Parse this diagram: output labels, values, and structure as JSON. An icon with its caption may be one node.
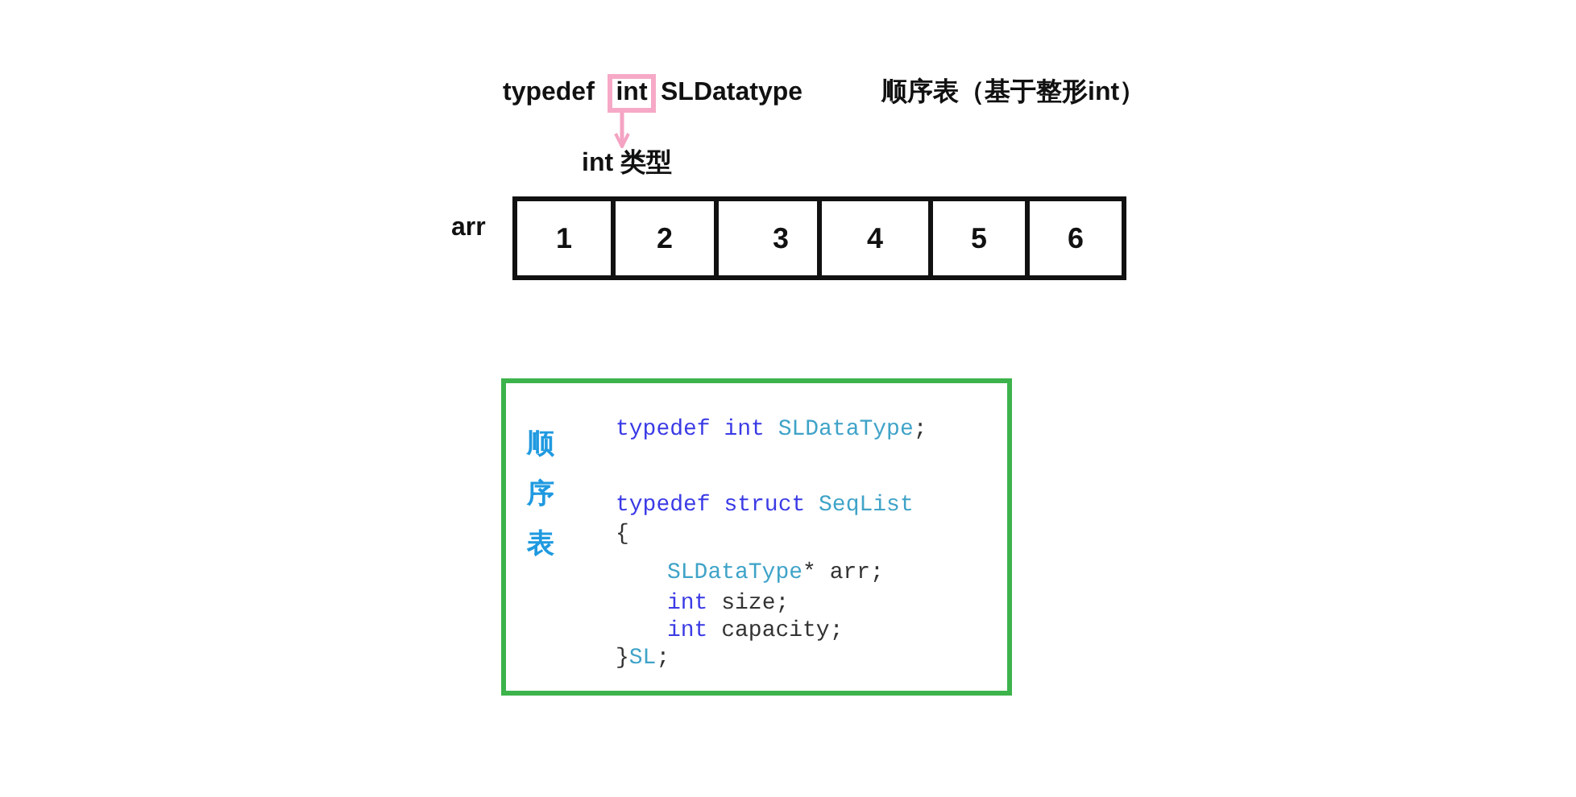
{
  "diagram": {
    "nodes": [
      {
        "text": [
          "int"
        ]
      },
      {
        "text": [
          "int 类型"
        ]
      },
      {
        "text": [
          "1"
        ]
      },
      {
        "text": [
          "2"
        ]
      },
      {
        "text": [
          "3"
        ]
      },
      {
        "text": [
          "4"
        ]
      },
      {
        "text": [
          "5"
        ]
      },
      {
        "text": [
          "6"
        ]
      },
      {
        "text": [
          "顺序表",
          "typedef int SLDataType;",
          "typedef struct SeqList",
          "{",
          "SLDataType* arr;",
          "int size;",
          "int capacity;",
          "}SL;"
        ]
      }
    ],
    "edges": [
      {
        "from": 0,
        "to": 1,
        "arrow": "to",
        "color": "#f4a3c3"
      }
    ],
    "labels": [
      "typedef",
      "SLDatatype",
      "顺序表（基于整形int）",
      "arr"
    ]
  }
}
